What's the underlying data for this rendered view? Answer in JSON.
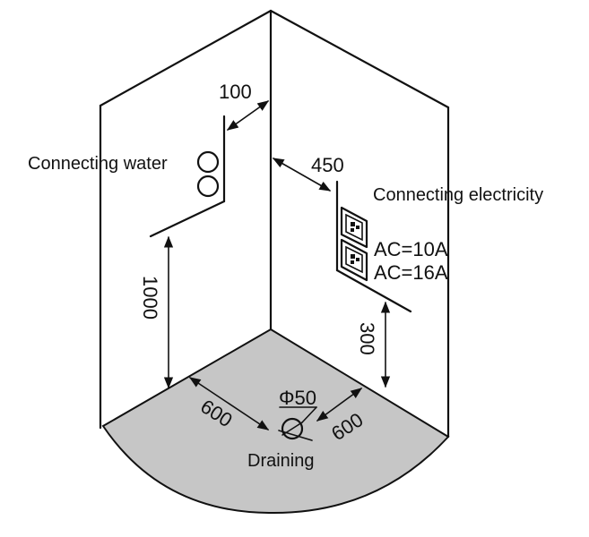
{
  "labels": {
    "connecting_water": "Connecting water",
    "connecting_electricity": "Connecting electricity",
    "ac_10a": "AC=10A",
    "ac_16a": "AC=16A",
    "draining": "Draining"
  },
  "dimensions": {
    "water_offset": "100",
    "electric_offset": "450",
    "water_height": "1000",
    "electric_height": "300",
    "drain_left": "600",
    "drain_right": "600",
    "drain_diameter": "Φ50"
  },
  "colors": {
    "floor": "#c6c6c6",
    "lines": "#111111"
  }
}
